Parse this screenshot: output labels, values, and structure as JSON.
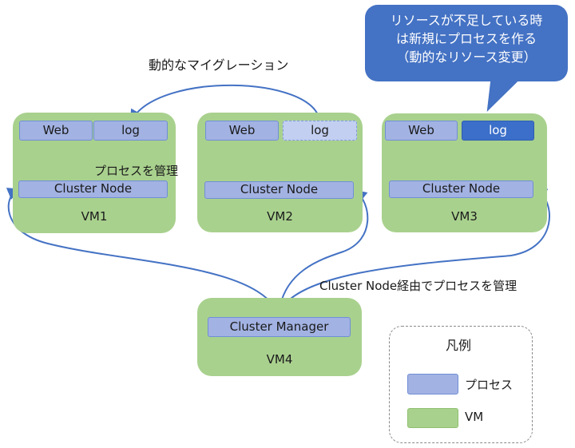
{
  "callout": {
    "lines": [
      "リソースが不足している時",
      "は新規にプロセスを作る",
      "（動的なリソース変更）"
    ]
  },
  "labels": {
    "migration": "動的なマイグレーション",
    "manage_process": "プロセスを管理",
    "via_cluster_node": "Cluster Node経由でプロセスを管理"
  },
  "vms": [
    {
      "name": "VM1",
      "processes": {
        "web": "Web",
        "log": "log",
        "node": "Cluster Node"
      }
    },
    {
      "name": "VM2",
      "processes": {
        "web": "Web",
        "log": "log",
        "node": "Cluster Node"
      },
      "log_state": "migrated-out (dashed)"
    },
    {
      "name": "VM3",
      "processes": {
        "web": "Web",
        "log": "log",
        "node": "Cluster Node"
      },
      "log_state": "newly created (highlighted)"
    },
    {
      "name": "VM4",
      "processes": {
        "manager": "Cluster Manager"
      }
    }
  ],
  "legend": {
    "title": "凡例",
    "items": [
      {
        "label": "プロセス",
        "color": "#a2b2e2"
      },
      {
        "label": "VM",
        "color": "#a9d18e"
      }
    ]
  },
  "colors": {
    "vm": "#a9d18e",
    "process": "#a2b2e2",
    "process_border": "#6f8fd6",
    "highlight": "#3b6fc9",
    "callout": "#4472c4",
    "arrow": "#4472c4"
  }
}
